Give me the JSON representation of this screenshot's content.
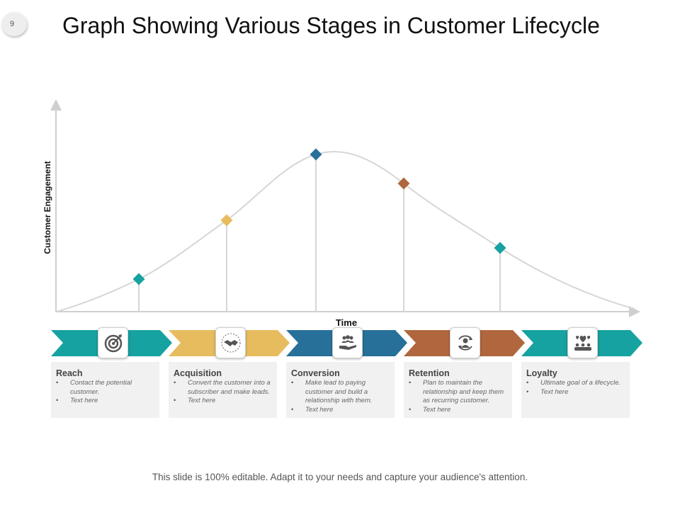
{
  "slide": {
    "page_number": "9",
    "title": "Graph Showing Various Stages in Customer Lifecycle",
    "footer": "This slide is 100% editable. Adapt it to your needs and capture your audience's attention."
  },
  "axes": {
    "y_label": "Customer Engagement",
    "x_label": "Time"
  },
  "colors": {
    "teal": "#16a2a0",
    "gold": "#e7bc5f",
    "blue": "#27709a",
    "brown": "#b0673d",
    "curve": "#d6d6d6",
    "axis": "#cfcfcf",
    "card_bg": "#f1f1f1"
  },
  "stages": [
    {
      "title": "Reach",
      "icon": "target-icon",
      "color": "#16a2a0",
      "bullets": [
        "Contact the potential customer.",
        "Text here"
      ]
    },
    {
      "title": "Acquisition",
      "icon": "handshake-icon",
      "color": "#e7bc5f",
      "bullets": [
        "Convert the customer into a subscriber and make leads.",
        "Text here"
      ]
    },
    {
      "title": "Conversion",
      "icon": "group-hand-icon",
      "color": "#27709a",
      "bullets": [
        "Make lead to paying customer and build a relationship with them.",
        "Text here"
      ]
    },
    {
      "title": "Retention",
      "icon": "user-cycle-icon",
      "color": "#b0673d",
      "bullets": [
        "Plan to maintain the relationship and keep them as recurring customer.",
        "Text here"
      ]
    },
    {
      "title": "Loyalty",
      "icon": "hearts-people-icon",
      "color": "#16a2a0",
      "bullets": [
        "Ultimate goal of a lifecycle.",
        "Text here"
      ]
    }
  ]
}
